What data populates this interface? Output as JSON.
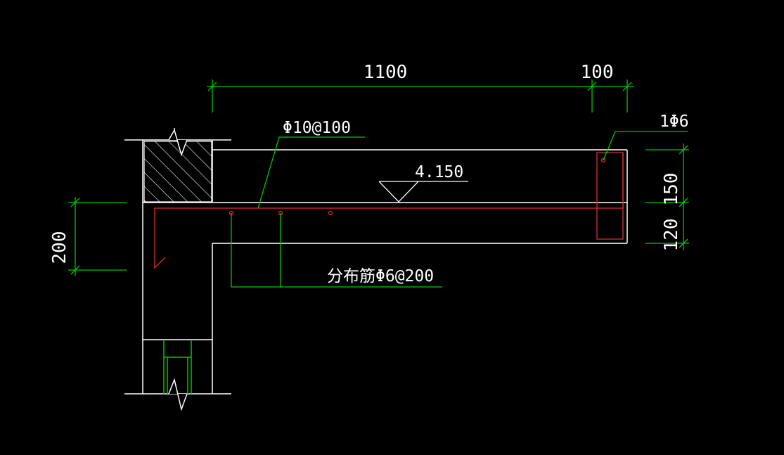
{
  "drawing": {
    "background": "#000000",
    "colors": {
      "outline": "#ffffff",
      "dimension": "#00c800",
      "rebar": "#e0302a",
      "text": "#ffffff"
    }
  },
  "dimensions": {
    "top_span": "1100",
    "top_end": "100",
    "left_depth": "200",
    "right_upper": "150",
    "right_lower": "120"
  },
  "annotations": {
    "main_rebar": "Φ10@100",
    "elevation": "4.150",
    "edge_bar": "1Φ6",
    "distribution_bar": "分布筋Φ6@200"
  }
}
